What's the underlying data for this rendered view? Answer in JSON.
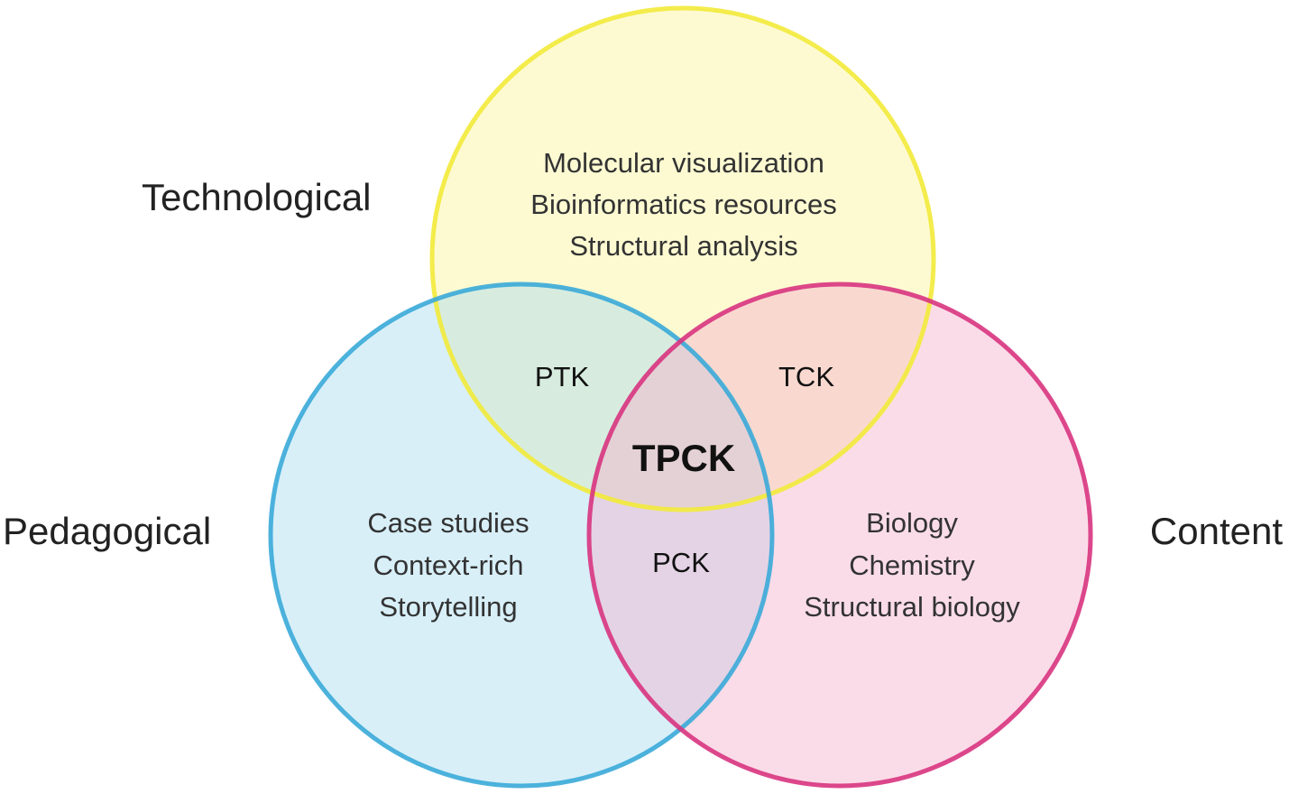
{
  "colors": {
    "technological_stroke": "#f2ea3a",
    "technological_fill": "#fbf59c",
    "pedagogical_stroke": "#3aaad8",
    "pedagogical_fill": "#a9dcf0",
    "content_stroke": "#d8347f",
    "content_fill": "#f4b1cd"
  },
  "sets": {
    "technological": {
      "label": "Technological",
      "items": [
        "Molecular visualization",
        "Bioinformatics resources",
        "Structural analysis"
      ]
    },
    "pedagogical": {
      "label": "Pedagogical",
      "items": [
        "Case studies",
        "Context-rich",
        "Storytelling"
      ]
    },
    "content": {
      "label": "Content",
      "items": [
        "Biology",
        "Chemistry",
        "Structural biology"
      ]
    }
  },
  "overlaps": {
    "ptk": "PTK",
    "tck": "TCK",
    "pck": "PCK",
    "tpck": "TPCK"
  }
}
